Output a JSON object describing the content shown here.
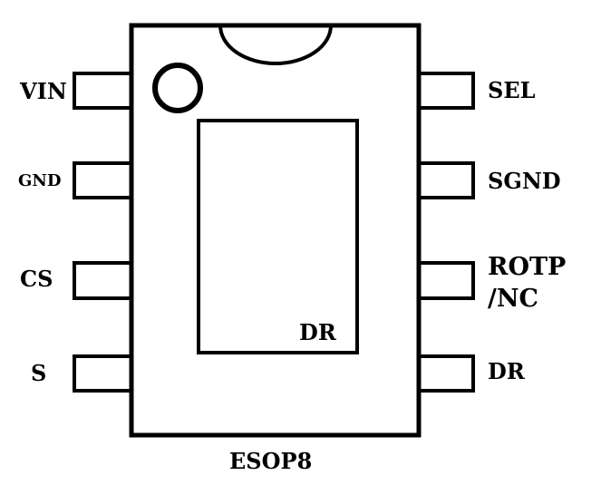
{
  "package": {
    "name": "ESOP8",
    "pad_label": "DR"
  },
  "pins_left": [
    {
      "label": "VIN"
    },
    {
      "label": "GND"
    },
    {
      "label": "CS"
    },
    {
      "label": "S"
    }
  ],
  "pins_right": [
    {
      "label": "SEL"
    },
    {
      "label": "SGND"
    },
    {
      "label": "ROTP",
      "label2": "/NC"
    },
    {
      "label": "DR"
    }
  ],
  "colors": {
    "stroke": "#000000",
    "background": "#ffffff"
  }
}
